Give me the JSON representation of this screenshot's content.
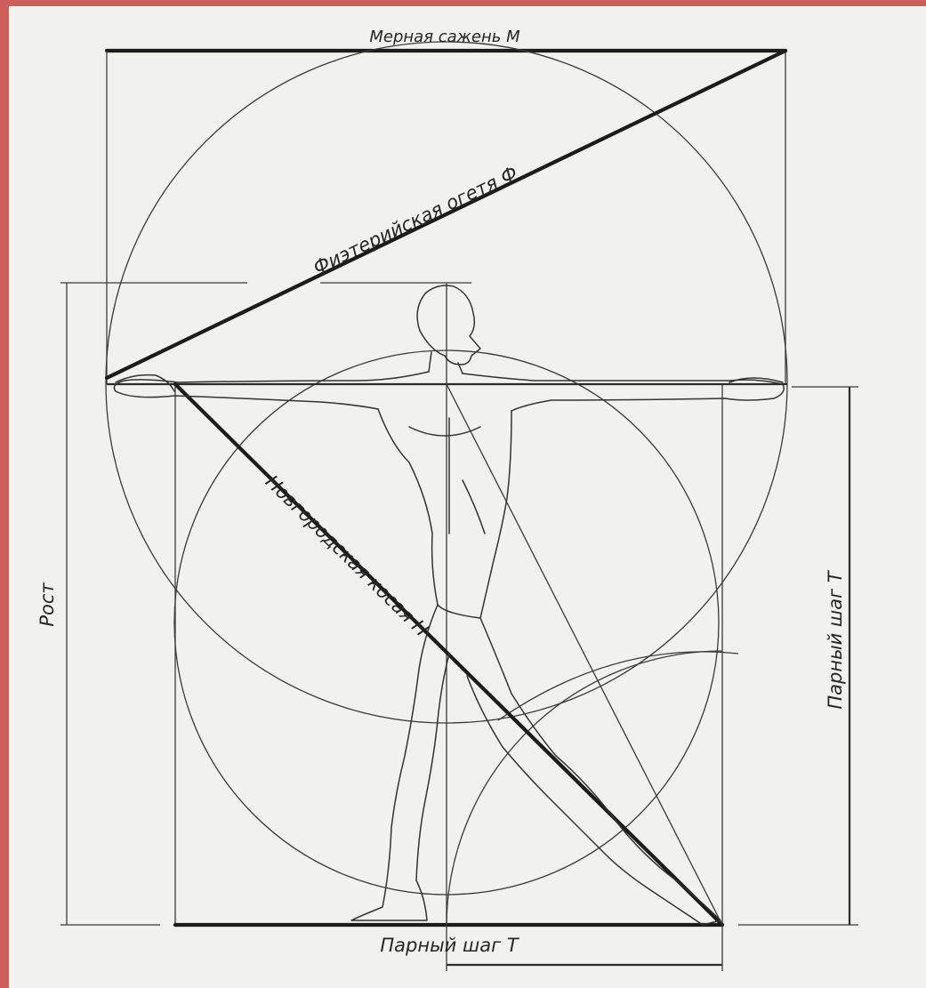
{
  "labels": {
    "top": "Мерная сажень М",
    "diagonal_top": "Фиэтерийская огетя Ф",
    "diagonal_main": "Новгородская косая Н",
    "left_vertical": "Рост",
    "right_vertical": "Парный шаг Т",
    "bottom": "Парный шаг Т"
  },
  "colors": {
    "border": "#cc5f5c",
    "paper": "#f1f1ef",
    "ink": "#222222"
  }
}
